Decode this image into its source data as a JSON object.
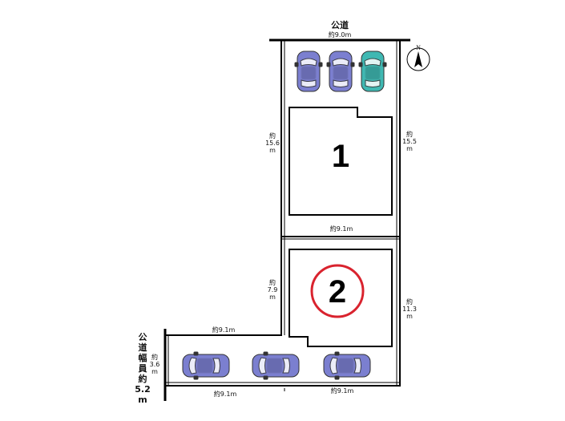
{
  "roads": {
    "top": "公道",
    "left": [
      "公",
      "道",
      "幅",
      "員",
      "約",
      "5.2",
      "m"
    ]
  },
  "compass": {
    "label": "N"
  },
  "lots": [
    {
      "number": "1",
      "highlighted": false
    },
    {
      "number": "2",
      "highlighted": true,
      "highlight_color": "#d9232e"
    }
  ],
  "dimensions": {
    "top_width": "約9.0m",
    "mid_width": "約9.1m",
    "lot1_left": [
      "約",
      "15.6",
      "m"
    ],
    "lot1_right": [
      "約",
      "15.5",
      "m"
    ],
    "lot2_left": [
      "約",
      "7.9",
      "m"
    ],
    "lot2_right": [
      "約",
      "11.3",
      "m"
    ],
    "access_top": "約9.1m",
    "access_left": [
      "約",
      "3.6",
      "m"
    ],
    "bottom_left": "約9.1m",
    "bottom_right": "約9.1m"
  },
  "colors": {
    "car_purple": "#7b7fd0",
    "car_teal": "#3fb8b2",
    "line": "#000000"
  }
}
